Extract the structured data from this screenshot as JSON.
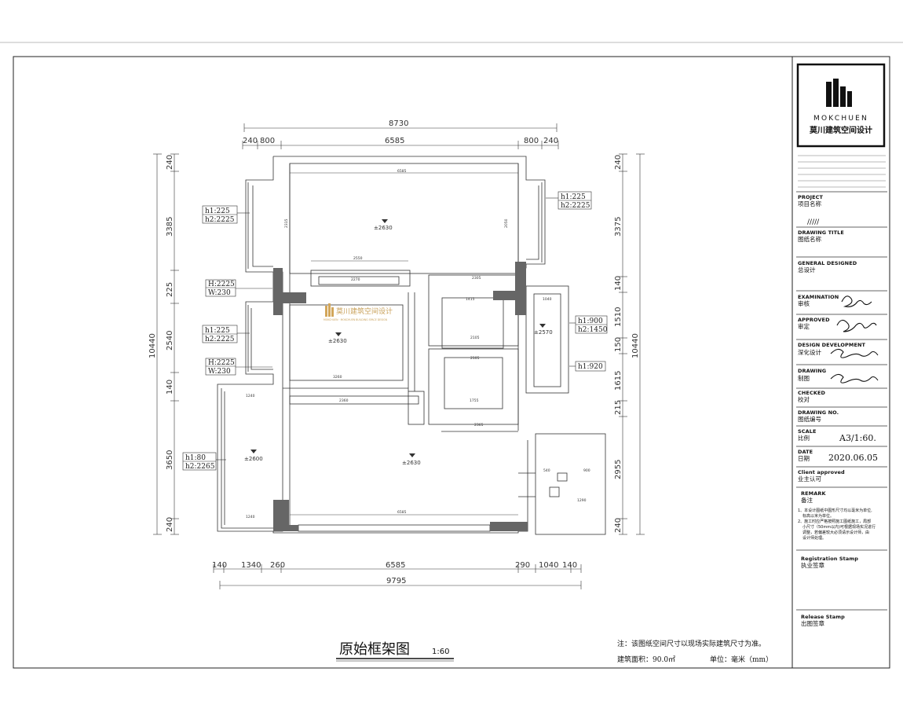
{
  "drawing": {
    "title": "原始框架图",
    "title_scale": "1:60",
    "note_line1": "注：该图纸空间尺寸以现场实际建筑尺寸为准。",
    "area_label": "建筑面积：90.0㎡",
    "unit_label": "单位：毫米（mm）",
    "watermark_cn": "莫川建筑空间设计",
    "watermark_en": "MOKCHUEN · MOKCHUEN BUILDING SPACE DESIGN"
  },
  "dimensions": {
    "top_total": "8730",
    "top_segments": [
      "240",
      "800",
      "6585",
      "800",
      "240"
    ],
    "bottom_segments": [
      "140",
      "1340",
      "260",
      "6585",
      "290",
      "1040",
      "140"
    ],
    "bottom_total": "9795",
    "left_total": "10440",
    "left_segments": [
      "240",
      "3385",
      "225",
      "2540",
      "140",
      "3650",
      "240"
    ],
    "right_total": "10440",
    "right_segments": [
      "240",
      "3375",
      "140",
      "1510",
      "150",
      "1615",
      "215",
      "2955",
      "240"
    ]
  },
  "tags": [
    {
      "l1": "h1:225",
      "l2": "h2:2225"
    },
    {
      "l1": "h1:225",
      "l2": "h2:2225"
    },
    {
      "l1": "H:2225",
      "l2": "W:230"
    },
    {
      "l1": "h1:225",
      "l2": "h2:2225"
    },
    {
      "l1": "H:2225",
      "l2": "W:230"
    },
    {
      "l1": "h1:80",
      "l2": "h2:2265"
    },
    {
      "l1": "h1:900",
      "l2": "h2:1450"
    },
    {
      "l1": "h1:920",
      "l2": ""
    }
  ],
  "levels": [
    "±2630",
    "±2630",
    "±2570",
    "±2600",
    "±2630"
  ],
  "inner_dims": [
    "6585",
    "2550",
    "2270",
    "2305",
    "1415",
    "1040",
    "2105",
    "2105",
    "1755",
    "2365",
    "3260",
    "2360",
    "6585",
    "1240",
    "1240",
    "540",
    "900",
    "1290",
    "2315",
    "2050"
  ],
  "titleblock": {
    "brand_en": "MOKCHUEN",
    "brand_cn": "莫川建筑空间设计",
    "project_en": "PROJECT",
    "project_cn": "项目名称",
    "project_val": "/////",
    "drawing_title_en": "DRAWING TITLE",
    "drawing_title_cn": "图纸名称",
    "general_en": "GENERAL  DESIGNED",
    "general_cn": "总设计",
    "exam_en": "EXAMINATION",
    "exam_cn": "审核",
    "approved_en": "APPROVED",
    "approved_cn": "审定",
    "dd_en": "DESIGN DEVELOPMENT",
    "dd_cn": "深化设计",
    "drawing_en": "DRAWING",
    "drawing_cn": "制图",
    "checked_en": "CHECKED",
    "checked_cn": "校对",
    "drawing_no_en": "DRAWING NO.",
    "drawing_no_cn": "图纸编号",
    "scale_en": "SCALE",
    "scale_cn": "比例",
    "scale_val": "A3/1:60.",
    "date_en": "DATE",
    "date_cn": "日期",
    "date_val": "2020.06.05",
    "client_en": "Client approved",
    "client_cn": "业主认可",
    "remark_en": "REMARK",
    "remark_cn": "备注",
    "remark_1": "1、本设计图纸中图形尺寸均以毫米为单位,",
    "remark_2": "标高以米为单位。",
    "remark_3": "2、施工时应严格按照施工图纸施工，局部",
    "remark_4": "小尺寸（50mm以内)可根据现场实况进行",
    "remark_5": "调整，若偏差较大必须请示设计师，由",
    "remark_6": "设计师处理。",
    "reg_en": "Registration Stamp",
    "reg_cn": "执业签章",
    "release_en": "Release Stamp",
    "release_cn": "出图签章"
  }
}
